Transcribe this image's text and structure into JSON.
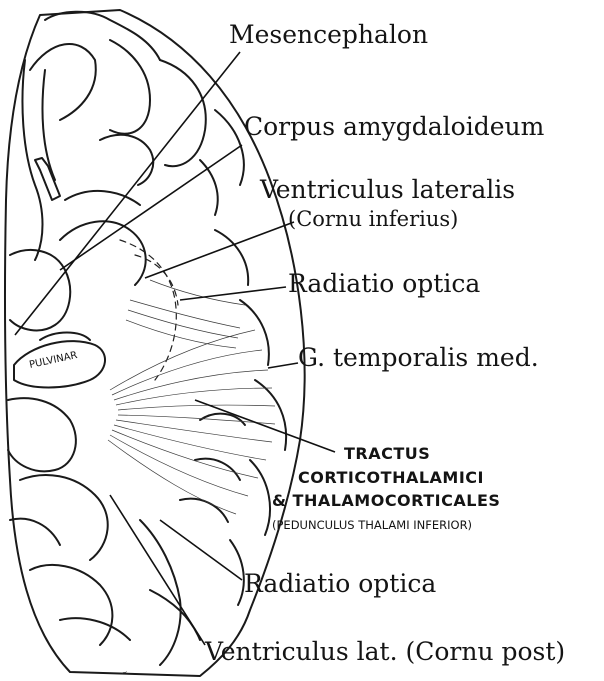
{
  "labels": {
    "mesencephalon": "Mesencephalon",
    "corpus_amygdaloideum": "Corpus amygdaloideum",
    "ventriculus_lateralis": "Ventriculus lateralis",
    "cornu_inferius": "(Cornu inferius)",
    "radiatio_optica_upper": "Radiatio optica",
    "g_temporalis_med": "G. temporalis med.",
    "tractus": "TRACTUS",
    "corticothalamici": "CORTICOTHALAMICI",
    "thalamocorticales": "& THALAMOCORTICALES",
    "pedunculus": "(PEDUNCULUS  THALAMI INFERIOR)",
    "radiatio_optica_lower": "Radiatio optica",
    "ventriculus_lat_post": "Ventriculus lat. (Cornu post)",
    "pulvinar": "PULVINAR"
  }
}
